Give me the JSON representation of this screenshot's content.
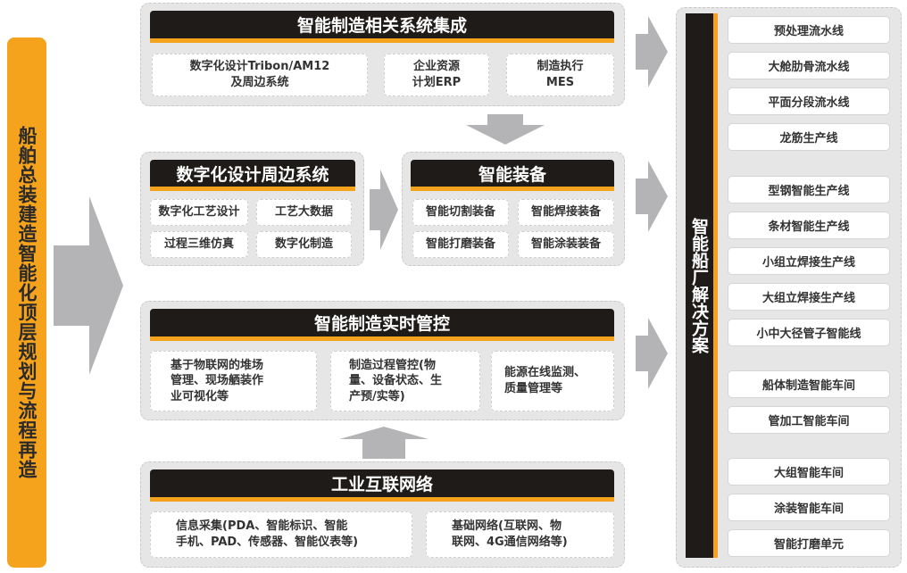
{
  "left_title": "船舶总装建造智能化顶层规划与流程再造",
  "integration": {
    "title": "智能制造相关系统集成",
    "items": [
      "数字化设计Tribon/AM12\n及周边系统",
      "企业资源\n计划ERP",
      "制造执行\nMES"
    ]
  },
  "digital_design": {
    "title": "数字化设计周边系统",
    "items": [
      "数字化工艺设计",
      "工艺大数据",
      "过程三维仿真",
      "数字化制造"
    ]
  },
  "equipment": {
    "title": "智能装备",
    "items": [
      "智能切割装备",
      "智能焊接装备",
      "智能打磨装备",
      "智能涂装装备"
    ]
  },
  "realtime": {
    "title": "智能制造实时管控",
    "items": [
      "基于物联网的堆场\n管理、现场舾装作\n业可视化等",
      "制造过程管控(物\n量、设备状态、生\n产预/实等)",
      "能源在线监测、\n质量管理等"
    ]
  },
  "network": {
    "title": "工业互联网络",
    "items": [
      "信息采集(PDA、智能标识、智能\n手机、PAD、传感器、智能仪表等)",
      "基础网络(互联网、物\n联网、4G通信网络等)"
    ]
  },
  "solution": {
    "title": "智能船厂解决方案",
    "items": [
      "预处理流水线",
      "大舱肋骨流水线",
      "平面分段流水线",
      "龙筋生产线",
      "型钢智能生产线",
      "条材智能生产线",
      "小组立焊接生产线",
      "大组立焊接生产线",
      "小中大径管子智能线",
      "船体制造智能车间",
      "管加工智能车间",
      "大组智能车间",
      "涂装智能车间",
      "智能打磨单元"
    ]
  },
  "colors": {
    "accent": "#f5a21c",
    "header": "#1e1b18",
    "panel": "#e6e6e7",
    "arrow": "#b4b4b6"
  }
}
